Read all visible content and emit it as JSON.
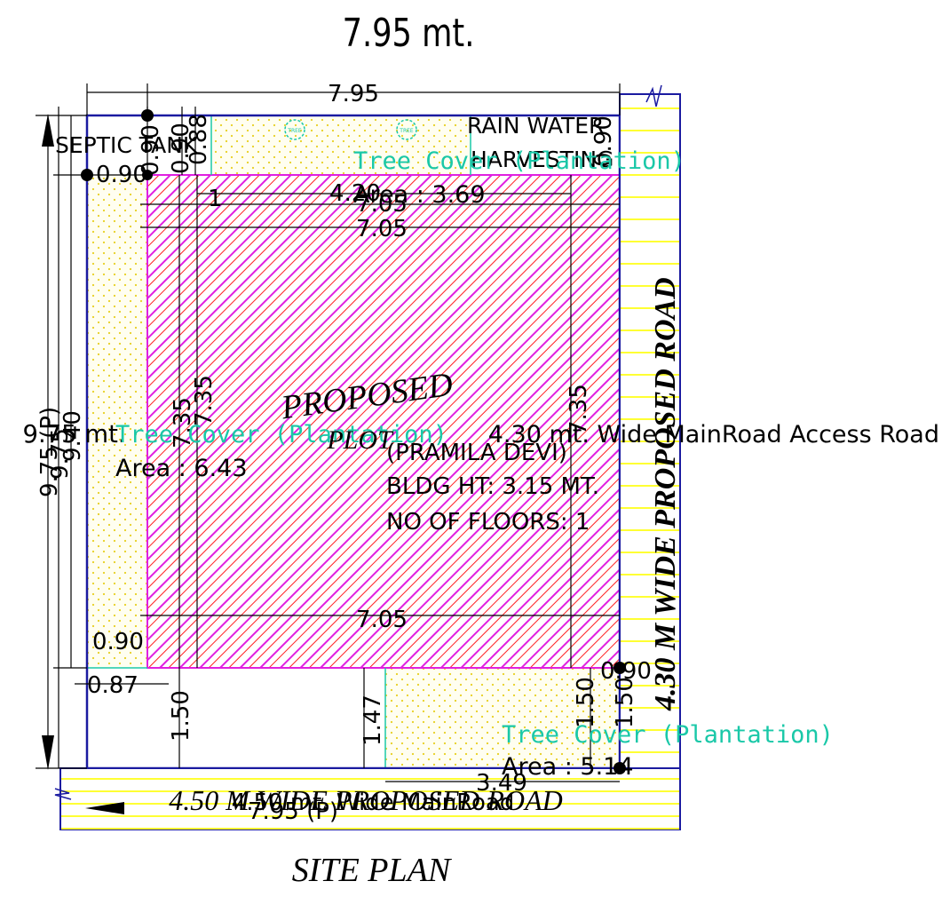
{
  "top_title": "7.95 mt.",
  "bottom_title": "SITE PLAN",
  "dimensions": {
    "top_width": "7.95",
    "inner_width_top": "7.05",
    "inner_width_top2": "7.05",
    "inner_width_bottom": "7.05",
    "building_span": "4.20",
    "left_setback_top": "0.90",
    "left_setback_bottom": "0.90",
    "left_bottom_offset": "0.87",
    "top_setback_a": "0.90",
    "top_setback_b": "0.90",
    "top_setback_c": "0.88",
    "right_top_small": "0.90",
    "right_bottom_small": "0.90",
    "height_left_main": "9.75 (P)",
    "height_left_b": "9.75",
    "height_left_c": "9.40",
    "height_inner_a": "7.35",
    "height_inner_b": "7.35",
    "height_inner_right": "7.35",
    "bottom_setback_a": "1.50",
    "bottom_setback_b": "1.47",
    "bottom_setback_c": "1.50",
    "bottom_setback_d": "1.50",
    "bottom_span": "3.49",
    "left_height_label": "9.75 mt.",
    "small_one": "1"
  },
  "labels": {
    "septic_tank": "SEPTIC TANK",
    "rain_water": "RAIN WATER",
    "harvesting": "HARVESTING",
    "tree_cover_top": "Tree Cover (Plantation)",
    "tree_cover_top_area": "Area : 3.69",
    "tree_cover_left": "Tree Cover (Plantation)",
    "tree_cover_left_area": "Area : 6.43",
    "tree_cover_bottom": "Tree Cover (Plantation)",
    "tree_cover_bottom_area": "Area : 5.14",
    "proposed": "PROPOSED",
    "plot": "PLOT",
    "owner": "(PRAMILA DEVI)",
    "bldg_ht": "BLDG HT: 3.15 MT.",
    "no_floors": "NO OF FLOORS: 1",
    "access_road": "4.30 mt. Wide MainRoad Access Road",
    "right_road": "4.30 M WIDE PROPOSED ROAD",
    "bottom_road": "4.50 M WIDE PROPOSED ROAD",
    "bottom_road_overlay": "4.50 mt. Wide MainRoad",
    "bottom_road_dim": "7.95 (P)",
    "tree_icon": "TREE"
  },
  "colors": {
    "boundary": "#1a1aa0",
    "hatch_red": "#ff2020",
    "hatch_magenta": "#e020e0",
    "tree_cover": "#1ac8a8",
    "road_yellow": "#ffff33",
    "dot_fill": "#fff9c0"
  }
}
